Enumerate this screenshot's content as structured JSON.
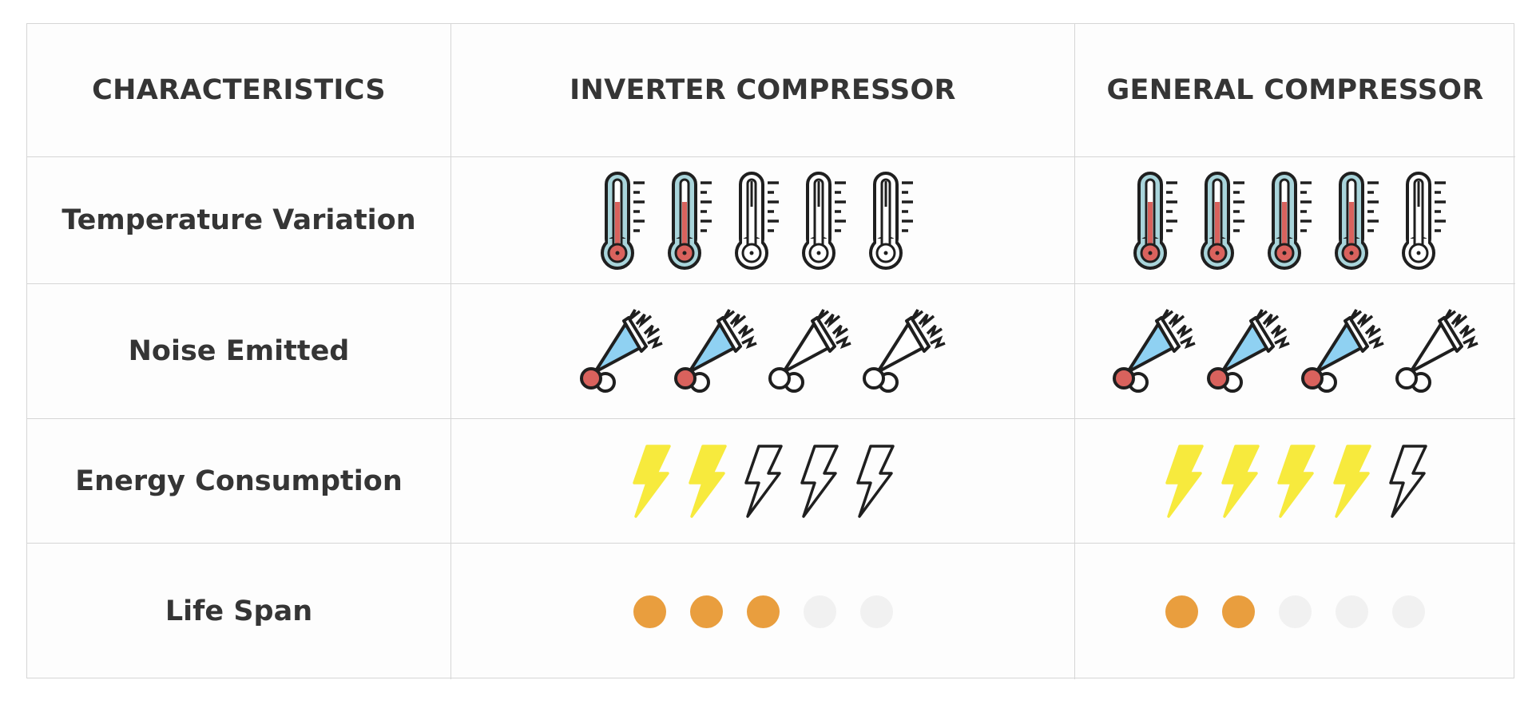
{
  "headers": {
    "characteristics": "CHARACTERISTICS",
    "inverter": "INVERTER COMPRESSOR",
    "general": "GENERAL COMPRESSOR"
  },
  "rows": [
    {
      "label": "Temperature Variation",
      "icon": "thermometer-icon",
      "max": 5,
      "inverter": 2,
      "general": 4
    },
    {
      "label": "Noise Emitted",
      "icon": "megaphone-icon",
      "max": 4,
      "inverter": 2,
      "general": 3
    },
    {
      "label": "Energy Consumption",
      "icon": "lightning-bolt-icon",
      "max": 5,
      "inverter": 2,
      "general": 4
    },
    {
      "label": "Life Span",
      "icon": "dot-icon",
      "max": 5,
      "inverter": 3,
      "general": 2
    }
  ],
  "colors": {
    "thermo_fill": "#d9625d",
    "thermo_tube": "#a9d5db",
    "megaphone_blue": "#8fd1f2",
    "megaphone_red": "#d9625d",
    "bolt_yellow": "#f7ea3d",
    "dot_orange": "#e99e3e",
    "dot_empty": "#f1f1f1",
    "outline": "#1f1f1f"
  }
}
